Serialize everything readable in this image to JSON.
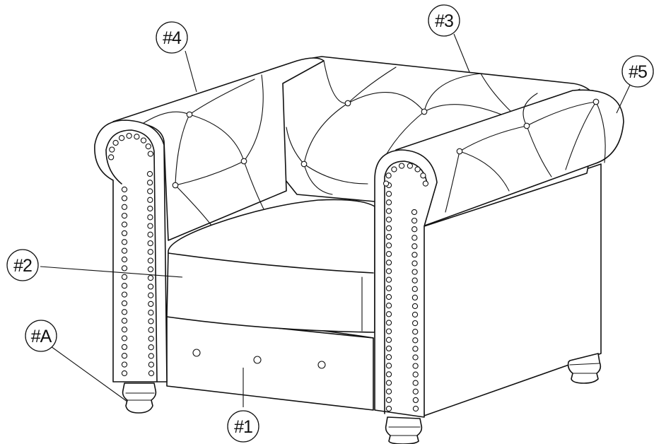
{
  "diagram": {
    "callouts": [
      {
        "id": "part-1",
        "text": "#1"
      },
      {
        "id": "part-2",
        "text": "#2"
      },
      {
        "id": "part-3",
        "text": "#3"
      },
      {
        "id": "part-4",
        "text": "#4"
      },
      {
        "id": "part-5",
        "text": "#5"
      },
      {
        "id": "part-a",
        "text": "#A"
      }
    ]
  }
}
